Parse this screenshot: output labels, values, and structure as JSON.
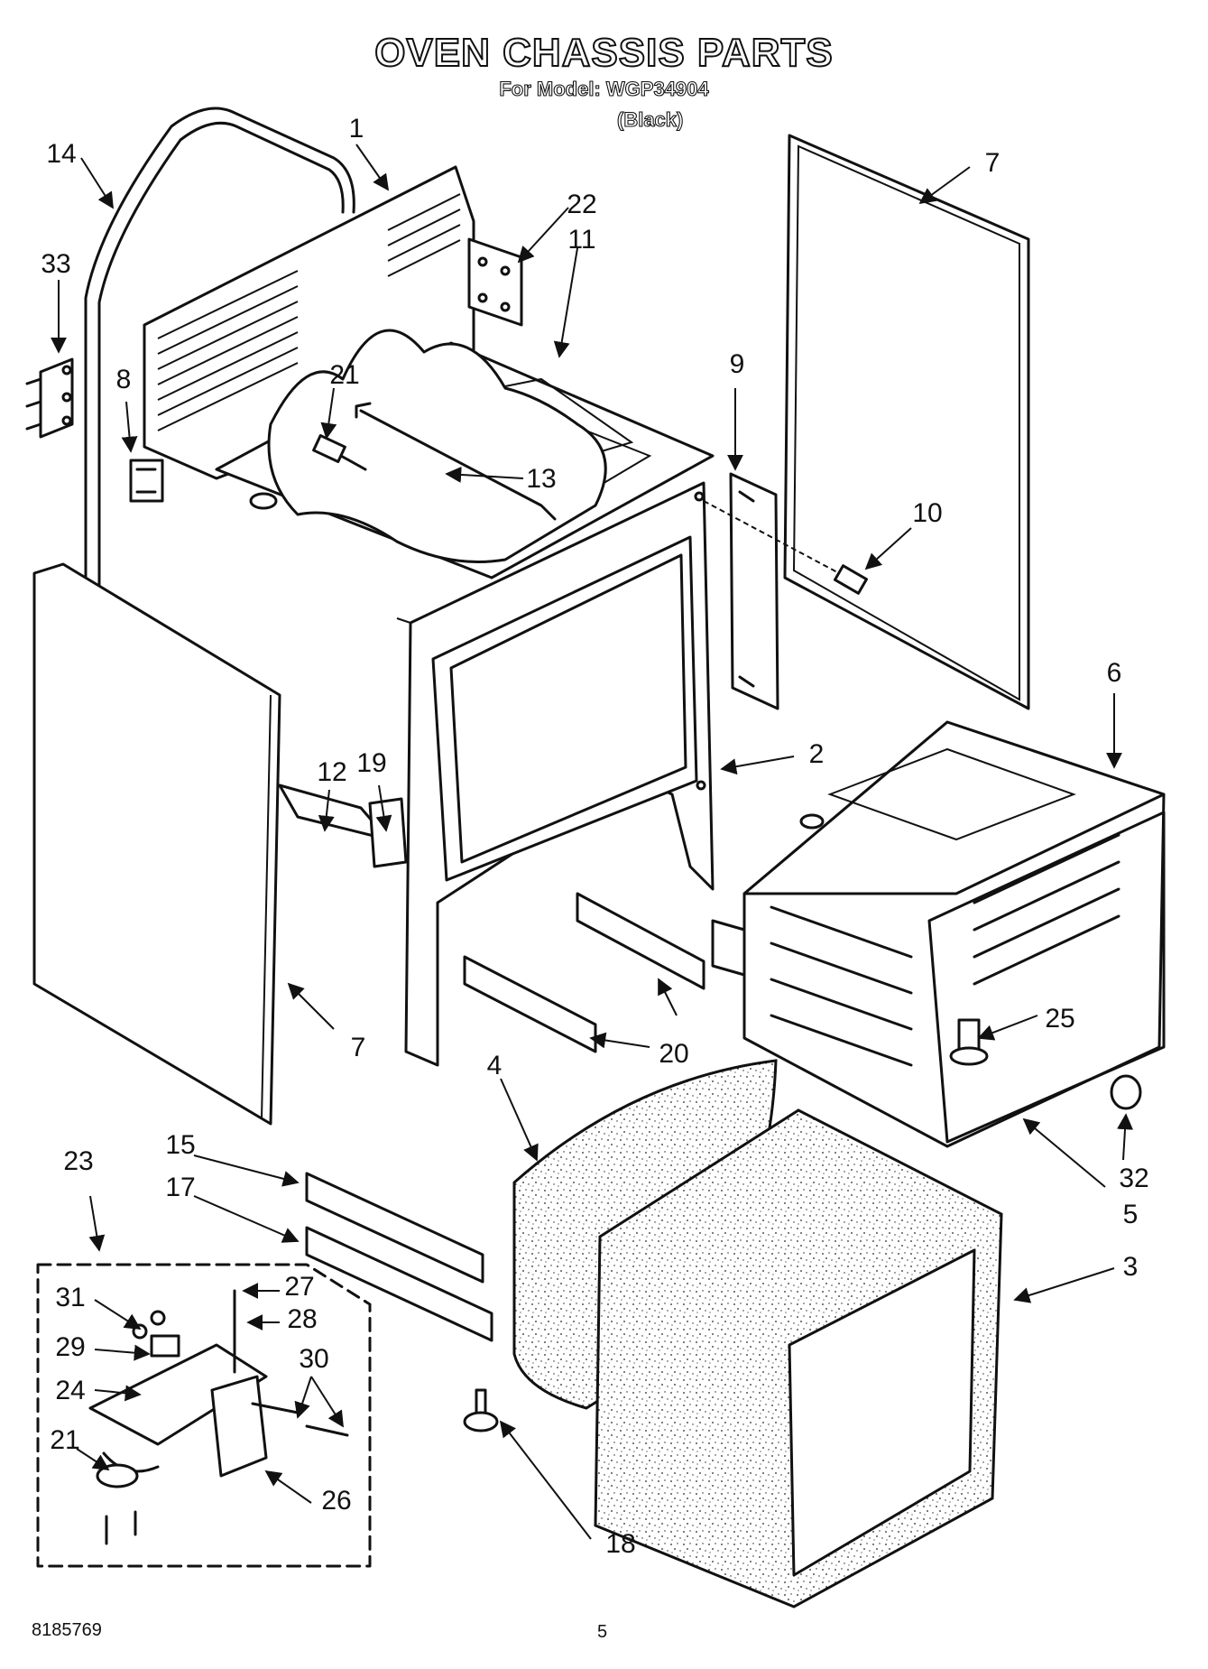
{
  "header": {
    "title": "OVEN CHASSIS PARTS",
    "model_line": "For Model: WGP34904",
    "variant": "(Black)"
  },
  "footer": {
    "doc_number": "8185769",
    "page_number": "5"
  },
  "callouts": [
    "1",
    "2",
    "3",
    "4",
    "5",
    "6",
    "7",
    "7",
    "8",
    "9",
    "10",
    "11",
    "12",
    "13",
    "14",
    "15",
    "17",
    "18",
    "19",
    "20",
    "21",
    "21",
    "22",
    "23",
    "24",
    "25",
    "26",
    "27",
    "28",
    "29",
    "30",
    "31",
    "32",
    "33"
  ]
}
